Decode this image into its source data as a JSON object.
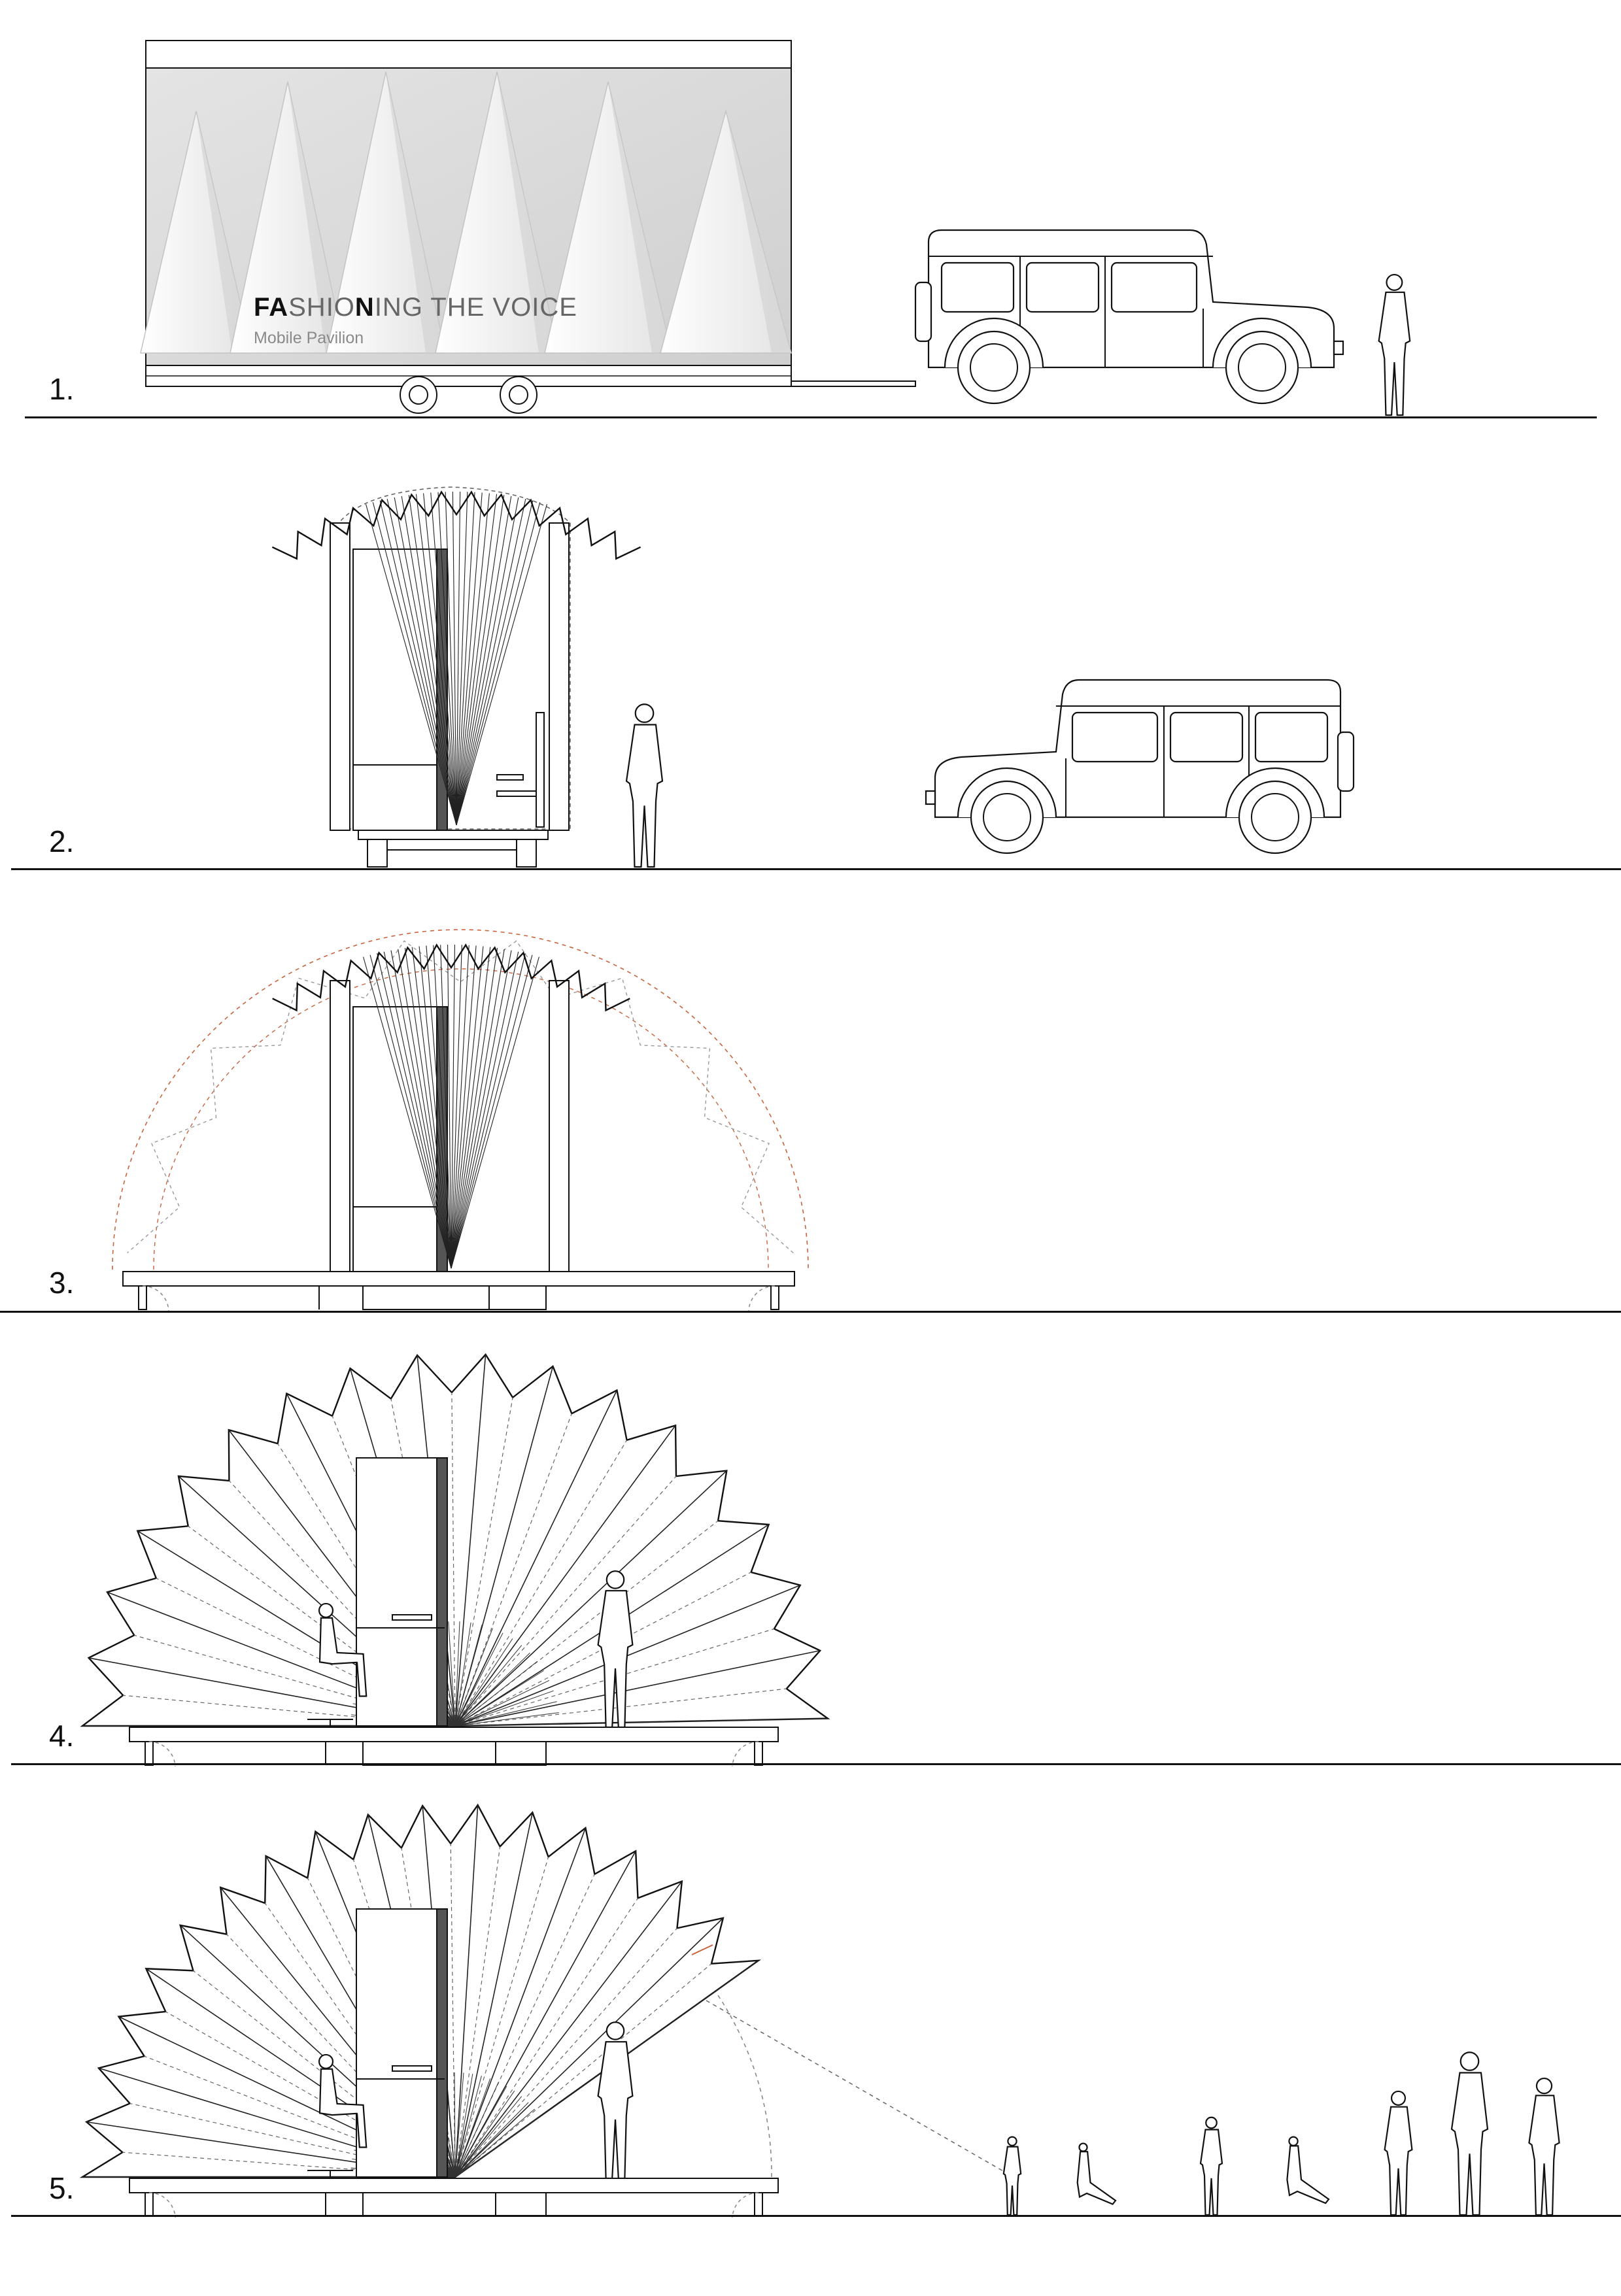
{
  "title": {
    "segments": [
      {
        "text": "FA",
        "bold": true
      },
      {
        "text": "SHIO",
        "bold": false
      },
      {
        "text": "N",
        "bold": true
      },
      {
        "text": "ING THE VOICE",
        "bold": false
      }
    ],
    "subtitle": "Mobile Pavilion"
  },
  "panels": [
    {
      "label": "1.",
      "state": "transport"
    },
    {
      "label": "2.",
      "state": "unhitched"
    },
    {
      "label": "3.",
      "state": "unfolding"
    },
    {
      "label": "4.",
      "state": "open"
    },
    {
      "label": "5.",
      "state": "open-with-audience"
    }
  ],
  "colors": {
    "line": "#111111",
    "dashed": "#888888",
    "accent": "#c8633c",
    "photo_bg": "#d9d9d9",
    "paper": "#f7f7f7"
  }
}
